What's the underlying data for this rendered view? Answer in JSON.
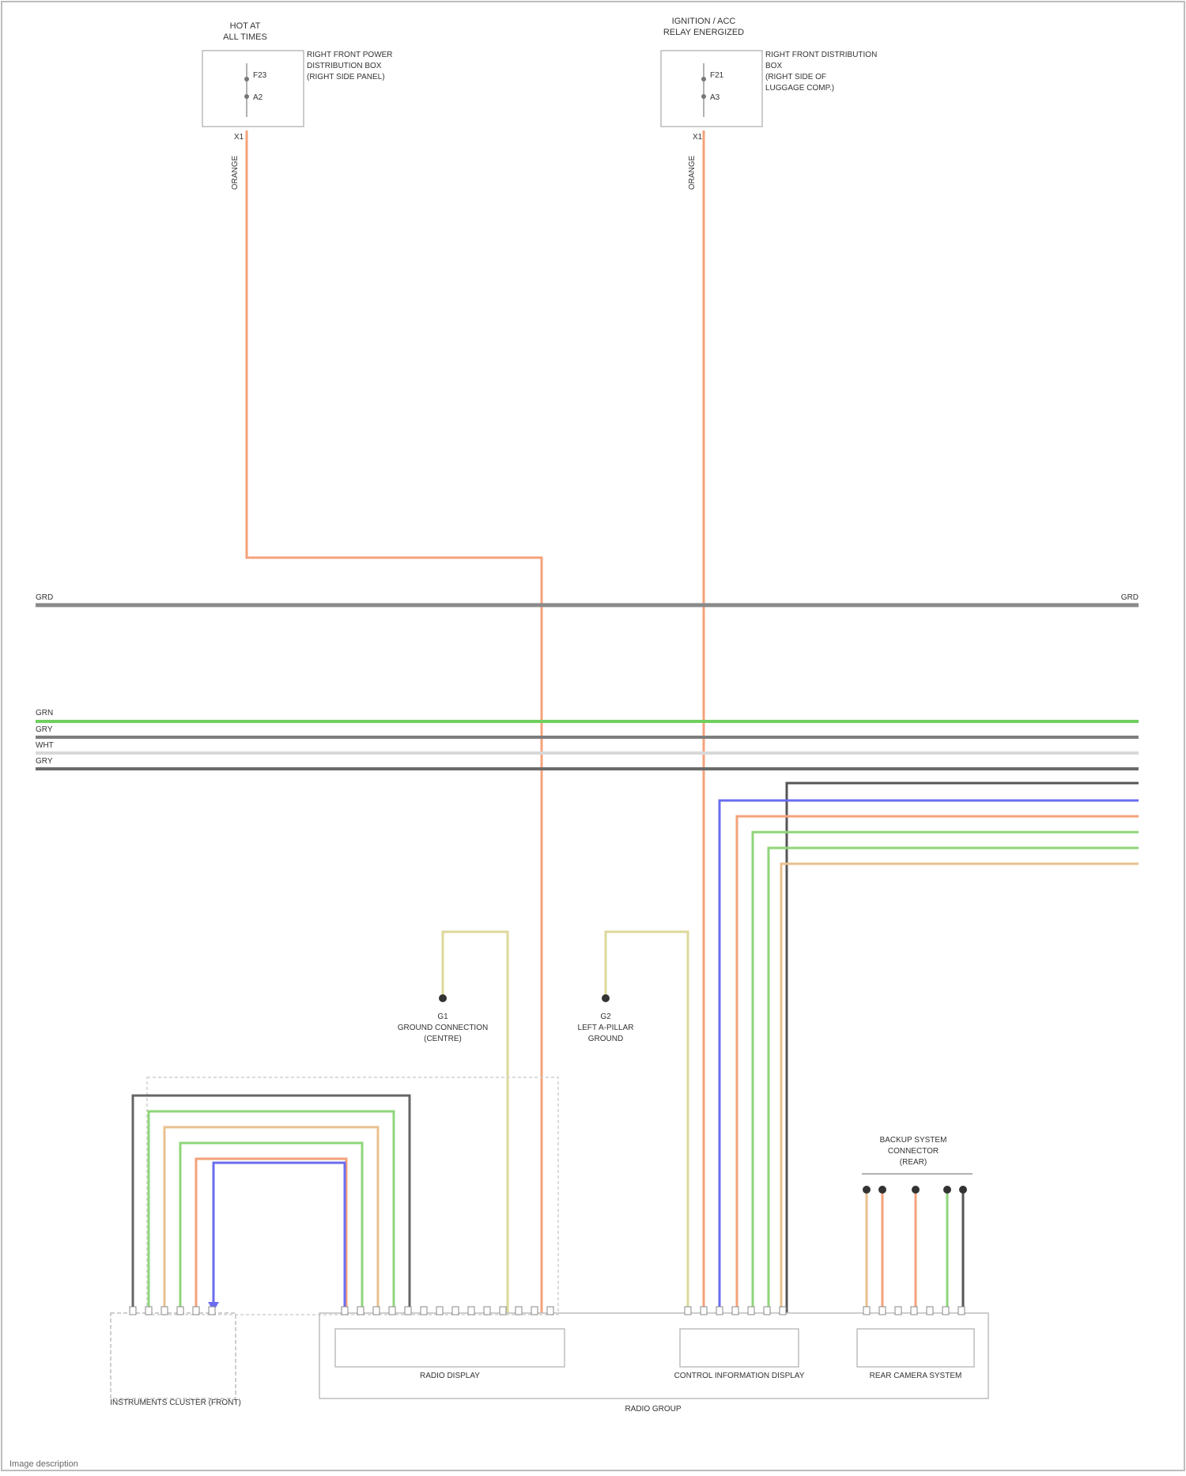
{
  "fuses": {
    "f1": {
      "top": "F23",
      "sub": "ALL TIMES",
      "name": "HOT AT",
      "desc": [
        "RIGHT FRONT POWER",
        "DISTRIBUTION BOX",
        "(RIGHT SIDE PANEL)"
      ],
      "pin_a": "X1",
      "pin_b": "A2"
    },
    "f2": {
      "top": "F21",
      "sub": "IGNITION / ACC",
      "name": "RELAY ENERGIZED",
      "desc": [
        "RIGHT FRONT DISTRIBUTION",
        "BOX",
        "(RIGHT SIDE OF",
        "LUGGAGE COMP.)"
      ],
      "pin_a": "X1",
      "pin_b": "A3"
    }
  },
  "buses": [
    {
      "id": "b1",
      "label": "GRD",
      "color": "#8a8a8a"
    },
    {
      "id": "b2",
      "label": "GRN",
      "color": "#6fcf5e"
    },
    {
      "id": "b3",
      "label": "GRY",
      "color": "#7d7d7d"
    },
    {
      "id": "b4",
      "label": "WHT",
      "color": "#d8d8d8"
    },
    {
      "id": "b5",
      "label": "GRY",
      "color": "#6b6b6b"
    }
  ],
  "colors": {
    "orange": "#f4a27a",
    "blue": "#6a6cf0",
    "green": "#8fd67a",
    "gray": "#777777",
    "yellow": "#dcd89a",
    "tan": "#e9c08f"
  },
  "grounds": {
    "g1": {
      "name": "G1",
      "desc": [
        "GROUND CONNECTION",
        "(CENTRE)"
      ]
    },
    "g2": {
      "name": "G2",
      "desc": [
        "LEFT A-PILLAR",
        "GROUND"
      ]
    }
  },
  "components": {
    "left_box": "INSTRUMENT CLUSTER",
    "left_box_caption": "INSTRUMENTS CLUSTER (FRONT)",
    "unit_a": "RADIO DISPLAY",
    "unit_b": "CONTROL INFORMATION DISPLAY",
    "unit_c": "REAR CAMERA SYSTEM",
    "module_group": "RADIO GROUP",
    "sensor_group": [
      "BACKUP SYSTEM",
      "CONNECTOR",
      "(REAR)"
    ]
  },
  "footer_text": "Image description"
}
